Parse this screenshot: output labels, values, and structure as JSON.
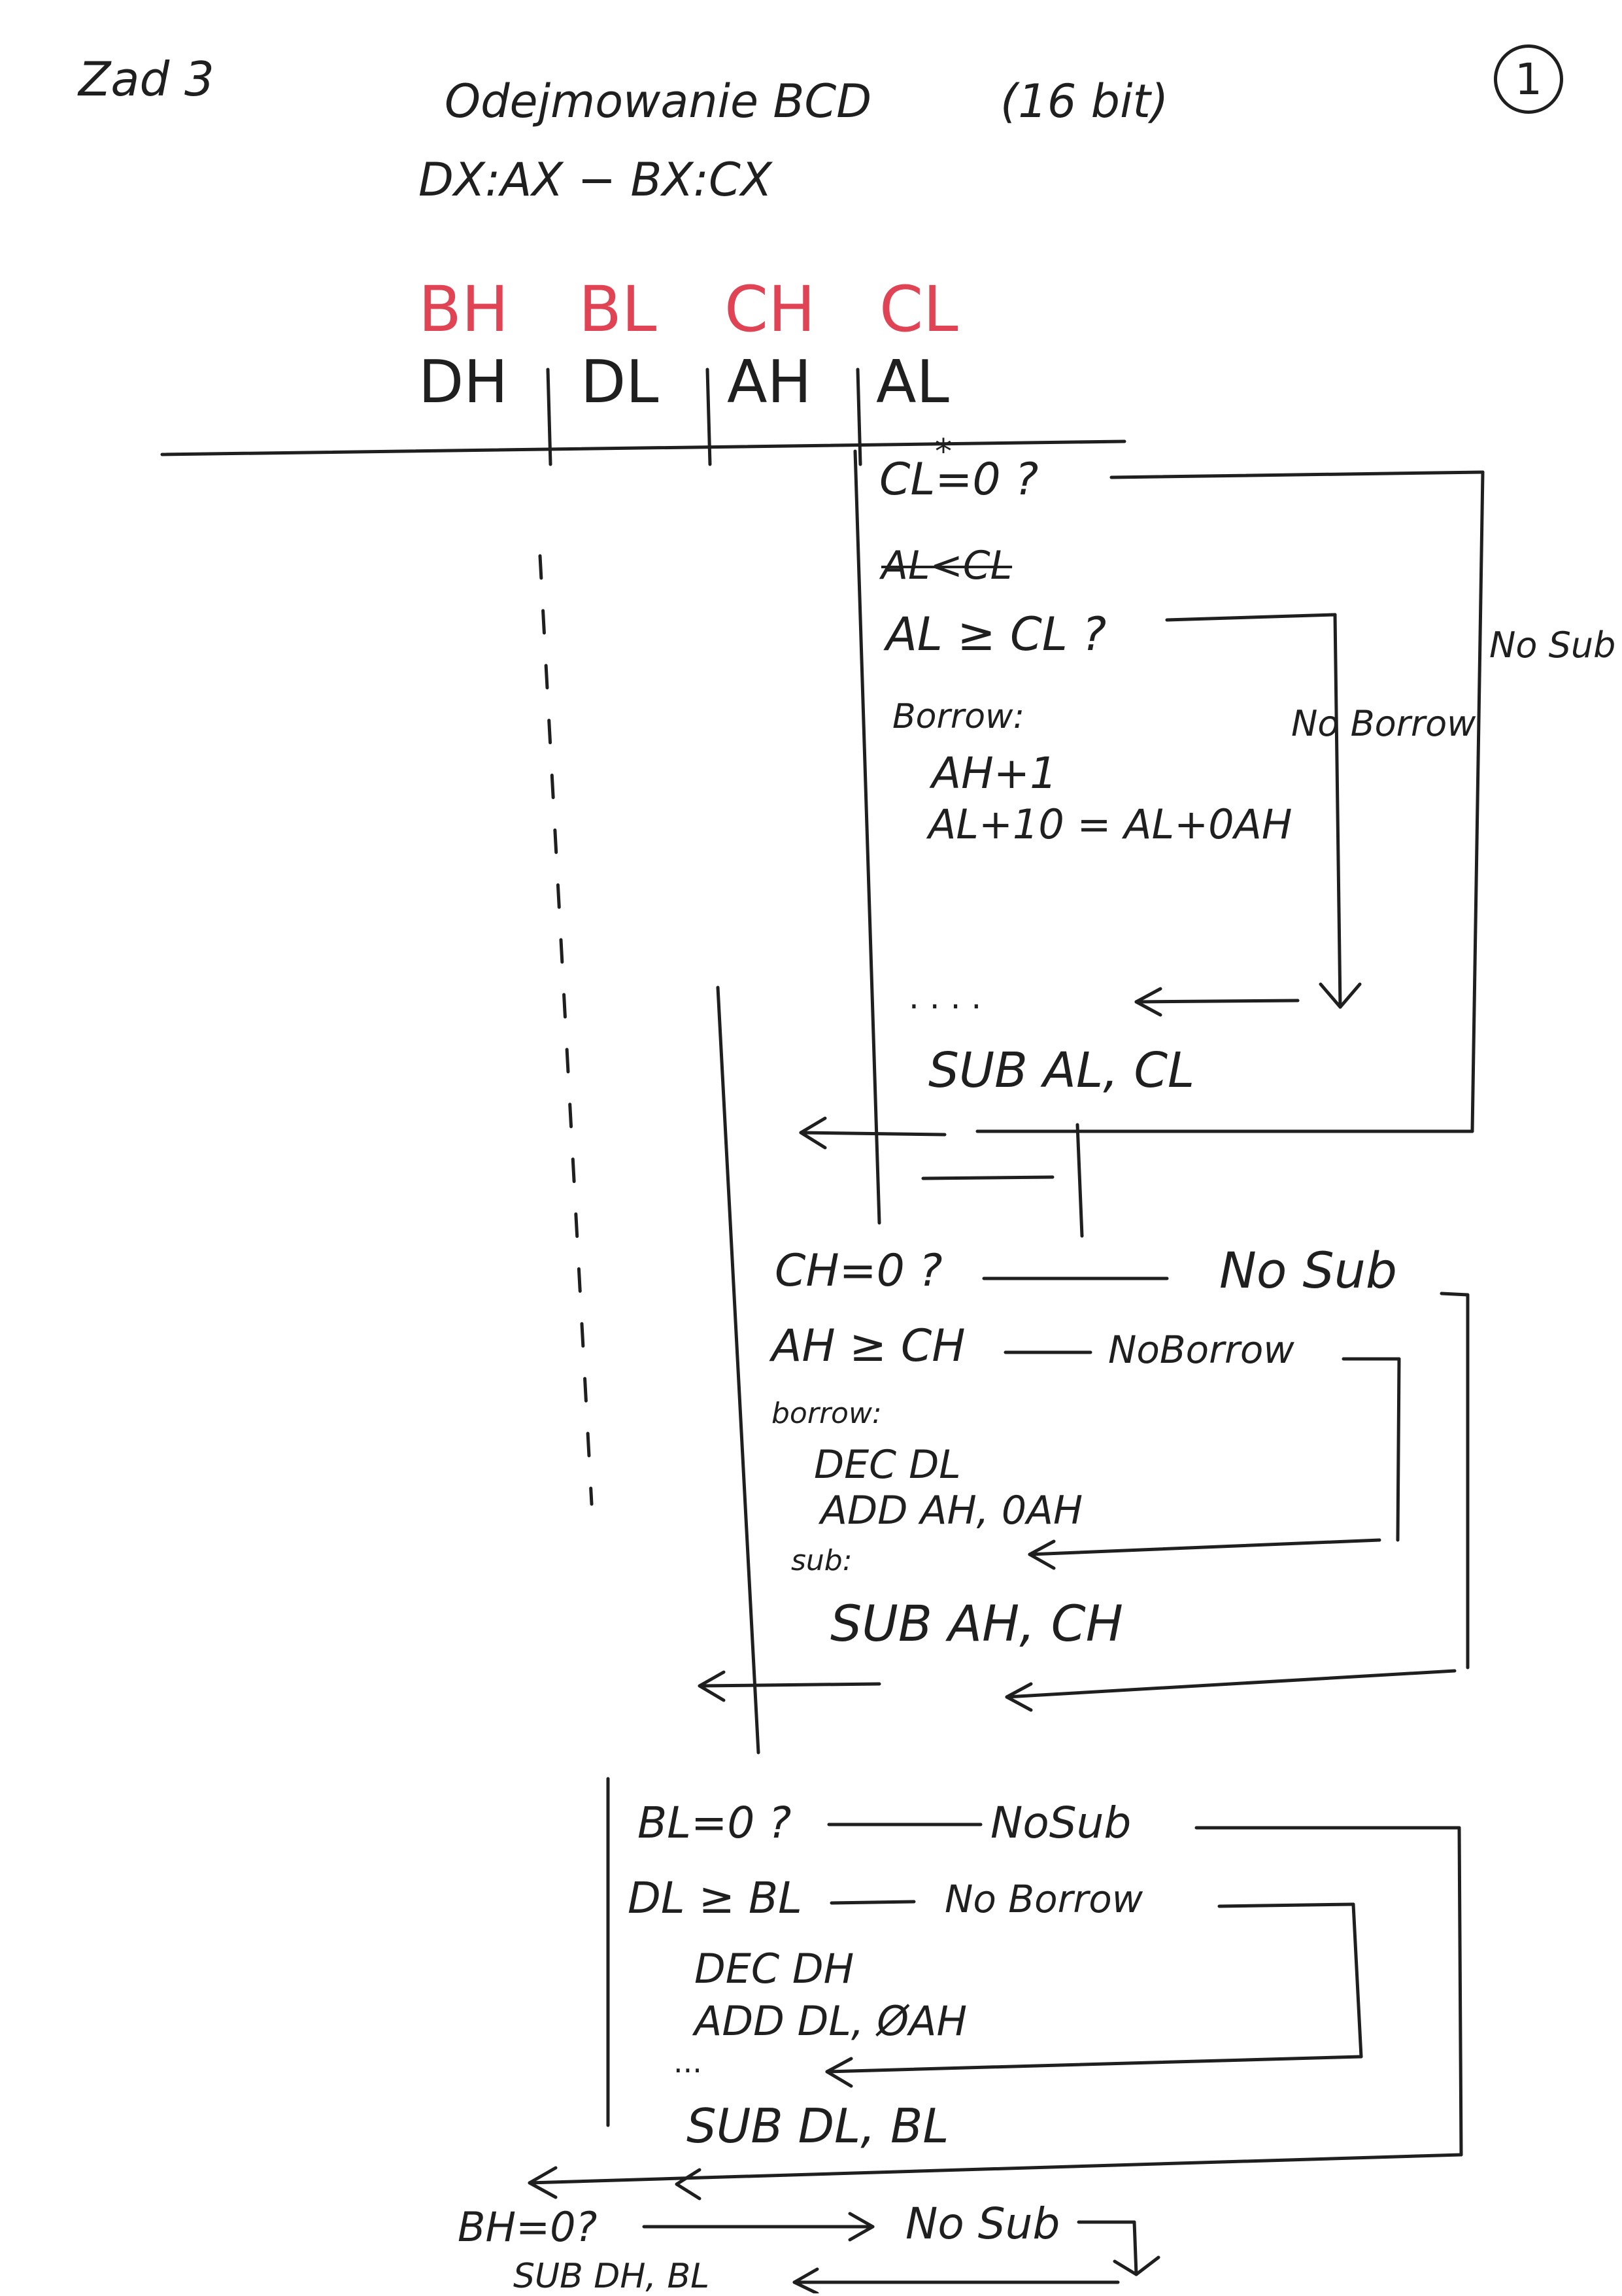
{
  "header": {
    "task": "Zad 3",
    "title": "Odejmowanie BCD",
    "bits": "(16 bit)",
    "operation": "DX:AX − BX:CX",
    "page_number": "1"
  },
  "registers": {
    "top": [
      "BH",
      "BL",
      "CH",
      "CL"
    ],
    "bottom": [
      "DH",
      "DL",
      "AH",
      "AL"
    ],
    "top_color": "#e04454"
  },
  "block_cl": {
    "check_zero": "CL=0 ?",
    "marker": "*",
    "struck": "AL<CL",
    "compare": "AL ≥ CL ?",
    "borrow_label": "Borrow:",
    "op1": "AH+1",
    "op2": "AL+10 = AL+0AH",
    "no_borrow": "No Borrow",
    "no_sub": "No Sub",
    "dots": ". . . .",
    "sub": "SUB AL, CL"
  },
  "block_ch": {
    "check_zero": "CH=0 ?",
    "no_sub": "No Sub",
    "compare": "AH ≥ CH",
    "no_borrow": "NoBorrow",
    "borrow_label": "borrow:",
    "op1": "DEC DL",
    "op2": "ADD AH, 0AH",
    "sub_label": "sub:",
    "sub": "SUB AH, CH"
  },
  "block_bl": {
    "check_zero": "BL=0 ?",
    "no_sub": "NoSub",
    "compare": "DL ≥ BL",
    "no_borrow": "No Borrow",
    "op1": "DEC DH",
    "op2": "ADD DL, ØAH",
    "dots": "...",
    "sub": "SUB DL, BL"
  },
  "block_bh": {
    "check_zero": "BH=0?",
    "no_sub": "No Sub",
    "sub": "SUB DH, BL"
  }
}
